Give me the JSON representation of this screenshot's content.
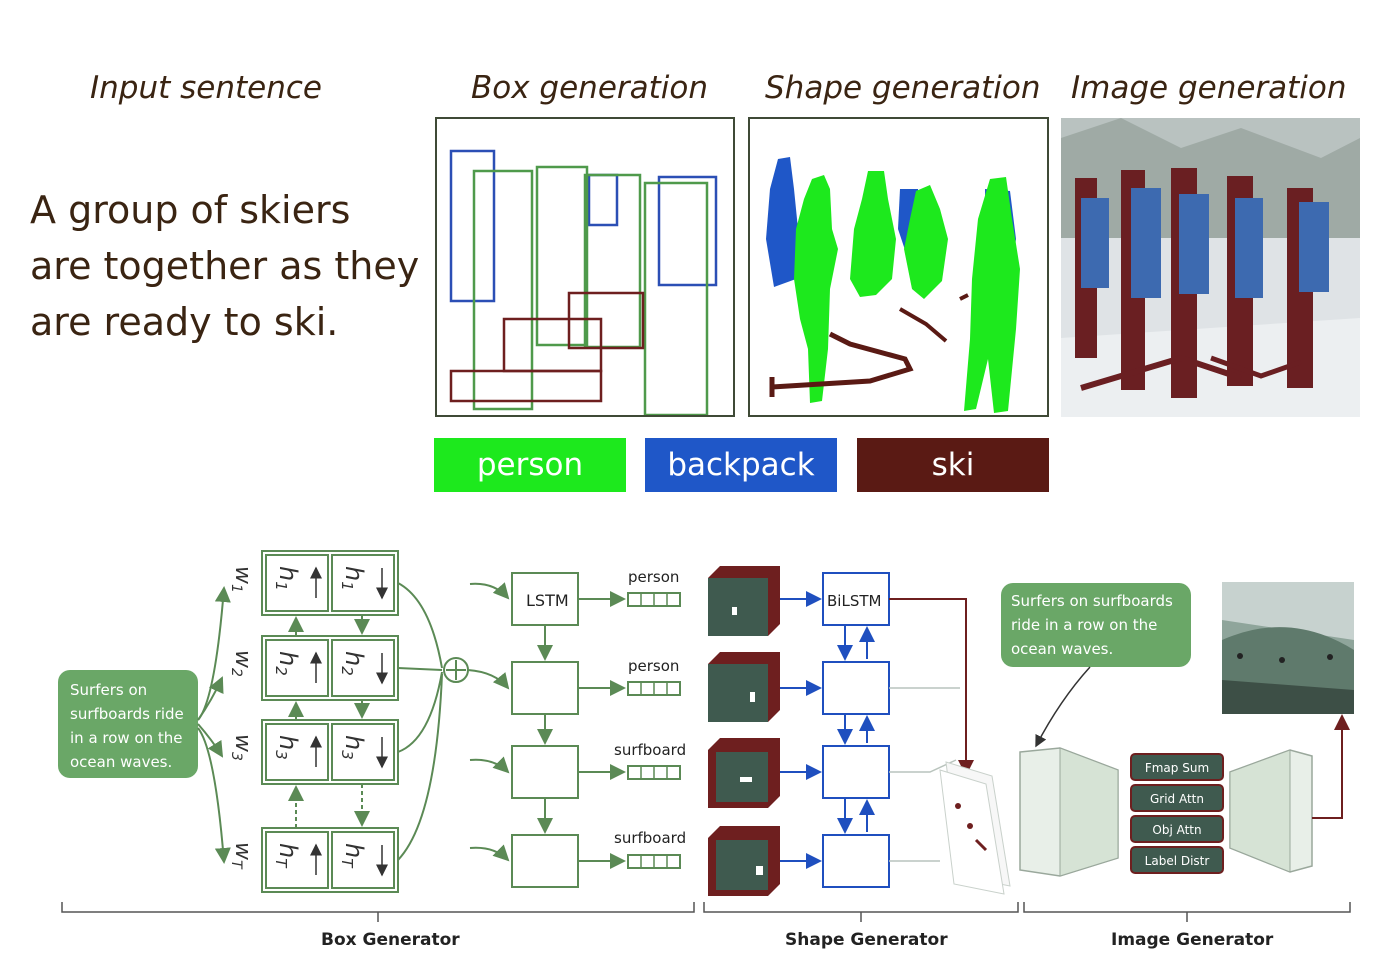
{
  "top": {
    "headers": {
      "input": "Input sentence",
      "box": "Box generation",
      "shape": "Shape generation",
      "image": "Image generation"
    },
    "sentence_lines": [
      "A group of skiers",
      "are together as they",
      "are ready to ski."
    ],
    "legend": [
      {
        "label": "person",
        "color": "#1de91d"
      },
      {
        "label": "backpack",
        "color": "#1f57c8"
      },
      {
        "label": "ski",
        "color": "#5a1a14"
      }
    ]
  },
  "diagram": {
    "input_text": [
      "Surfers on",
      "surfboards ride",
      "in a row on the",
      "ocean waves."
    ],
    "image_text": [
      "Surfers on surfboards",
      "ride in a row on the",
      "ocean waves."
    ],
    "words": [
      "w",
      "w",
      "w",
      "w"
    ],
    "word_subs": [
      "1",
      "2",
      "3",
      "T"
    ],
    "hidden_label": "h",
    "hidden_subs": [
      "1",
      "2",
      "3",
      "T"
    ],
    "lstm_label": "LSTM",
    "bilstm_label": "BiLSTM",
    "outputs": [
      "person",
      "person",
      "surfboard",
      "surfboard"
    ],
    "modules": [
      "Fmap Sum",
      "Grid Attn",
      "Obj Attn",
      "Label Distr"
    ],
    "sections": [
      "Box Generator",
      "Shape Generator",
      "Image Generator"
    ],
    "colors": {
      "green": "#5b8a55",
      "blue": "#1f4fbf",
      "maroon": "#6e1f1f",
      "dark": "#3f5a4f",
      "bubble": "#6aa767"
    }
  }
}
